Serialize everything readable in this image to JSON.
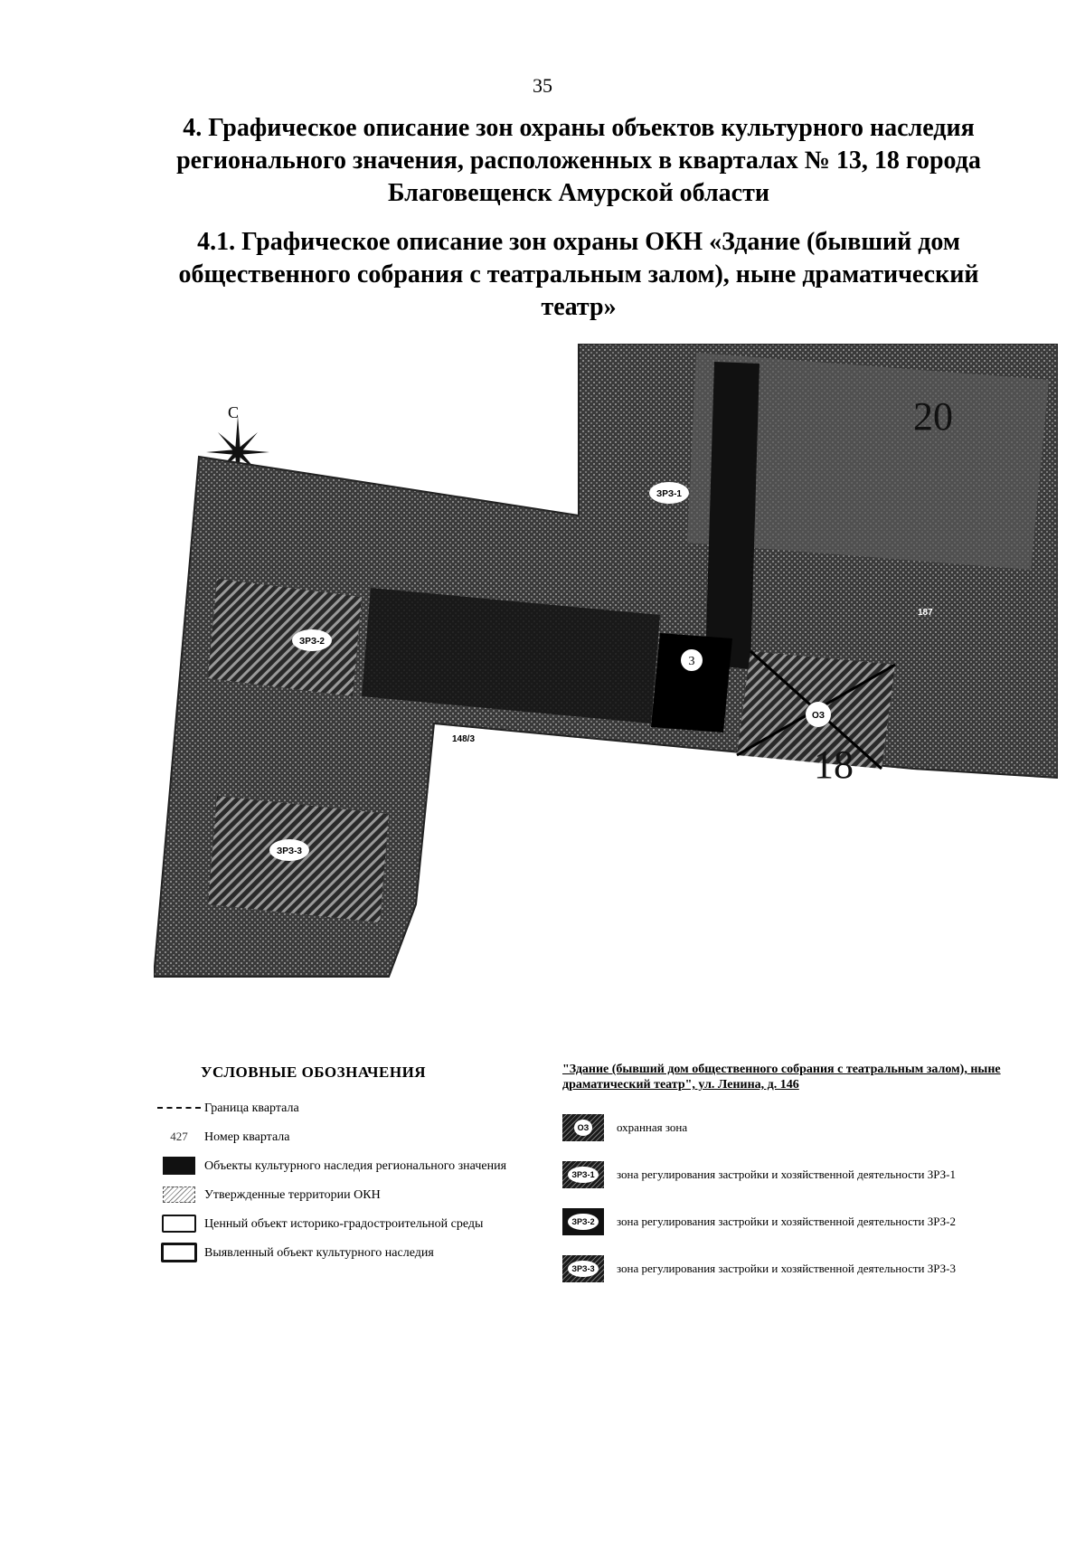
{
  "page_number": "35",
  "heading_1": "4. Графическое описание зон охраны объектов культурного наследия регионального значения, расположенных в кварталах № 13, 18 города Благовещенск Амурской области",
  "heading_2": "4.1. Графическое описание зон охраны ОКН «Здание (бывший дом общественного собрания с театральным залом), ныне драматический театр»",
  "map": {
    "compass_label": "С",
    "zone_labels": [
      "ЗРЗ-1",
      "ЗРЗ-2",
      "ЗРЗ-3",
      "ОЗ"
    ],
    "object_number": "3",
    "quarter_numbers": [
      "20",
      "18"
    ],
    "parcel_labels": [
      "148/3",
      "187"
    ]
  },
  "legend": {
    "title": "УСЛОВНЫЕ ОБОЗНАЧЕНИЯ",
    "items": [
      {
        "symbol": "dashed-line",
        "label": "Граница квартала"
      },
      {
        "symbol": "number",
        "symbol_text": "427",
        "label": "Номер квартала"
      },
      {
        "symbol": "black-fill",
        "label": "Объекты культурного наследия регионального значения"
      },
      {
        "symbol": "hatch",
        "label": "Утвержденные территории ОКН"
      },
      {
        "symbol": "outline-box",
        "label": "Ценный объект историко-градостроительной среды"
      },
      {
        "symbol": "outline-box-bold",
        "label": "Выявленный объект культурного наследия"
      }
    ]
  },
  "zones_legend": {
    "title": "\"Здание (бывший дом общественного собрания с театральным залом), ныне драматический театр\", ул. Ленина, д. 146",
    "items": [
      {
        "code": "ОЗ",
        "label": "охранная зона"
      },
      {
        "code": "ЗРЗ-1",
        "label": "зона регулирования застройки и хозяйственной деятельности ЗРЗ-1"
      },
      {
        "code": "ЗРЗ-2",
        "label": "зона регулирования застройки и хозяйственной деятельности ЗРЗ-2"
      },
      {
        "code": "ЗРЗ-3",
        "label": "зона регулирования застройки и хозяйственной деятельности ЗРЗ-3"
      }
    ]
  }
}
